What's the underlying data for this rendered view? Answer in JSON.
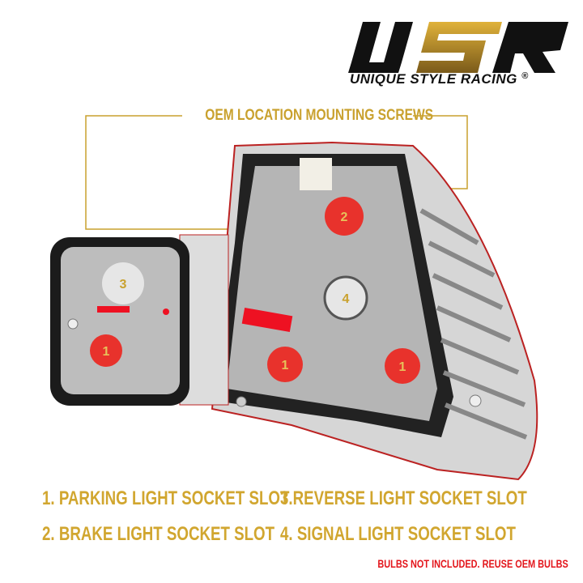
{
  "logo": {
    "mark": "USR",
    "name": "UNIQUE STYLE RACING",
    "registered": "®"
  },
  "heading": "OEM LOCATION MOUNTING SCREWS",
  "markers": [
    {
      "label": "3",
      "kind": "reverse"
    },
    {
      "label": "1",
      "kind": "parking"
    },
    {
      "label": "2",
      "kind": "brake"
    },
    {
      "label": "4",
      "kind": "signal"
    },
    {
      "label": "1",
      "kind": "parking"
    },
    {
      "label": "1",
      "kind": "parking"
    }
  ],
  "legend": [
    "1. PARKING LIGHT SOCKET SLOT",
    "3.REVERSE LIGHT SOCKET SLOT",
    "2. BRAKE LIGHT SOCKET SLOT",
    "4. SIGNAL LIGHT SOCKET SLOT"
  ],
  "note": "BULBS NOT INCLUDED. REUSE OEM BULBS",
  "colors": {
    "gold": "#c9a12e",
    "red": "#e3151b",
    "marker_red": "#e8322c"
  }
}
